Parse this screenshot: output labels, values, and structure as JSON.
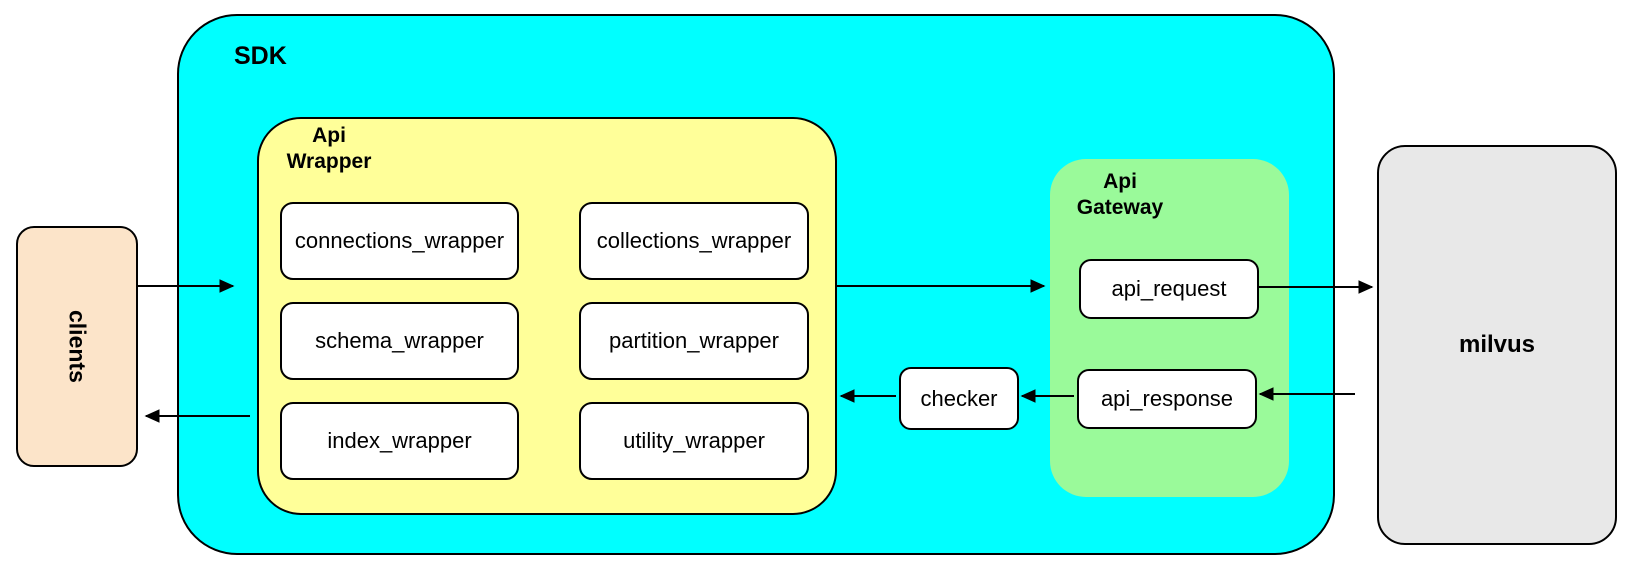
{
  "clients": {
    "label": "clients"
  },
  "sdk": {
    "label": "SDK",
    "api_wrapper": {
      "label": "Api Wrapper",
      "boxes": [
        "connections_wrapper",
        "collections_wrapper",
        "schema_wrapper",
        "partition_wrapper",
        "index_wrapper",
        "utility_wrapper"
      ]
    },
    "checker": {
      "label": "checker"
    },
    "api_gateway": {
      "label": "Api Gateway",
      "boxes": [
        "api_request",
        "api_response"
      ]
    }
  },
  "milvus": {
    "label": "milvus"
  },
  "colors": {
    "sdk_fill": "#00FFFF",
    "api_wrapper_fill": "#FFFF99",
    "api_gateway_fill": "#9AFA9A",
    "clients_fill": "#FCE4C9",
    "milvus_fill": "#E8E8E8",
    "node_fill": "#FFFFFF",
    "stroke": "#000000"
  }
}
